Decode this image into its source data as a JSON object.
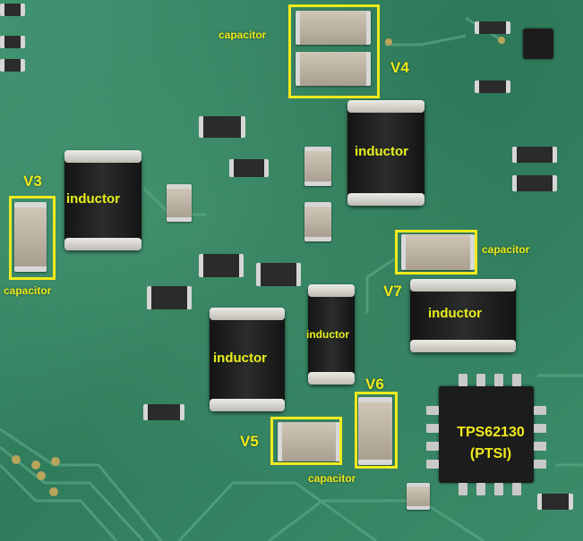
{
  "labels": {
    "capacitor": "capacitor",
    "inductor": "inductor",
    "v3": "V3",
    "v4": "V4",
    "v5": "V5",
    "v6": "V6",
    "v7": "V7",
    "ic_part": "TPS62130",
    "ic_package": "(PTSI)"
  },
  "colors": {
    "annotation": "#f2ea1c",
    "pcb": "#3a8a68"
  }
}
